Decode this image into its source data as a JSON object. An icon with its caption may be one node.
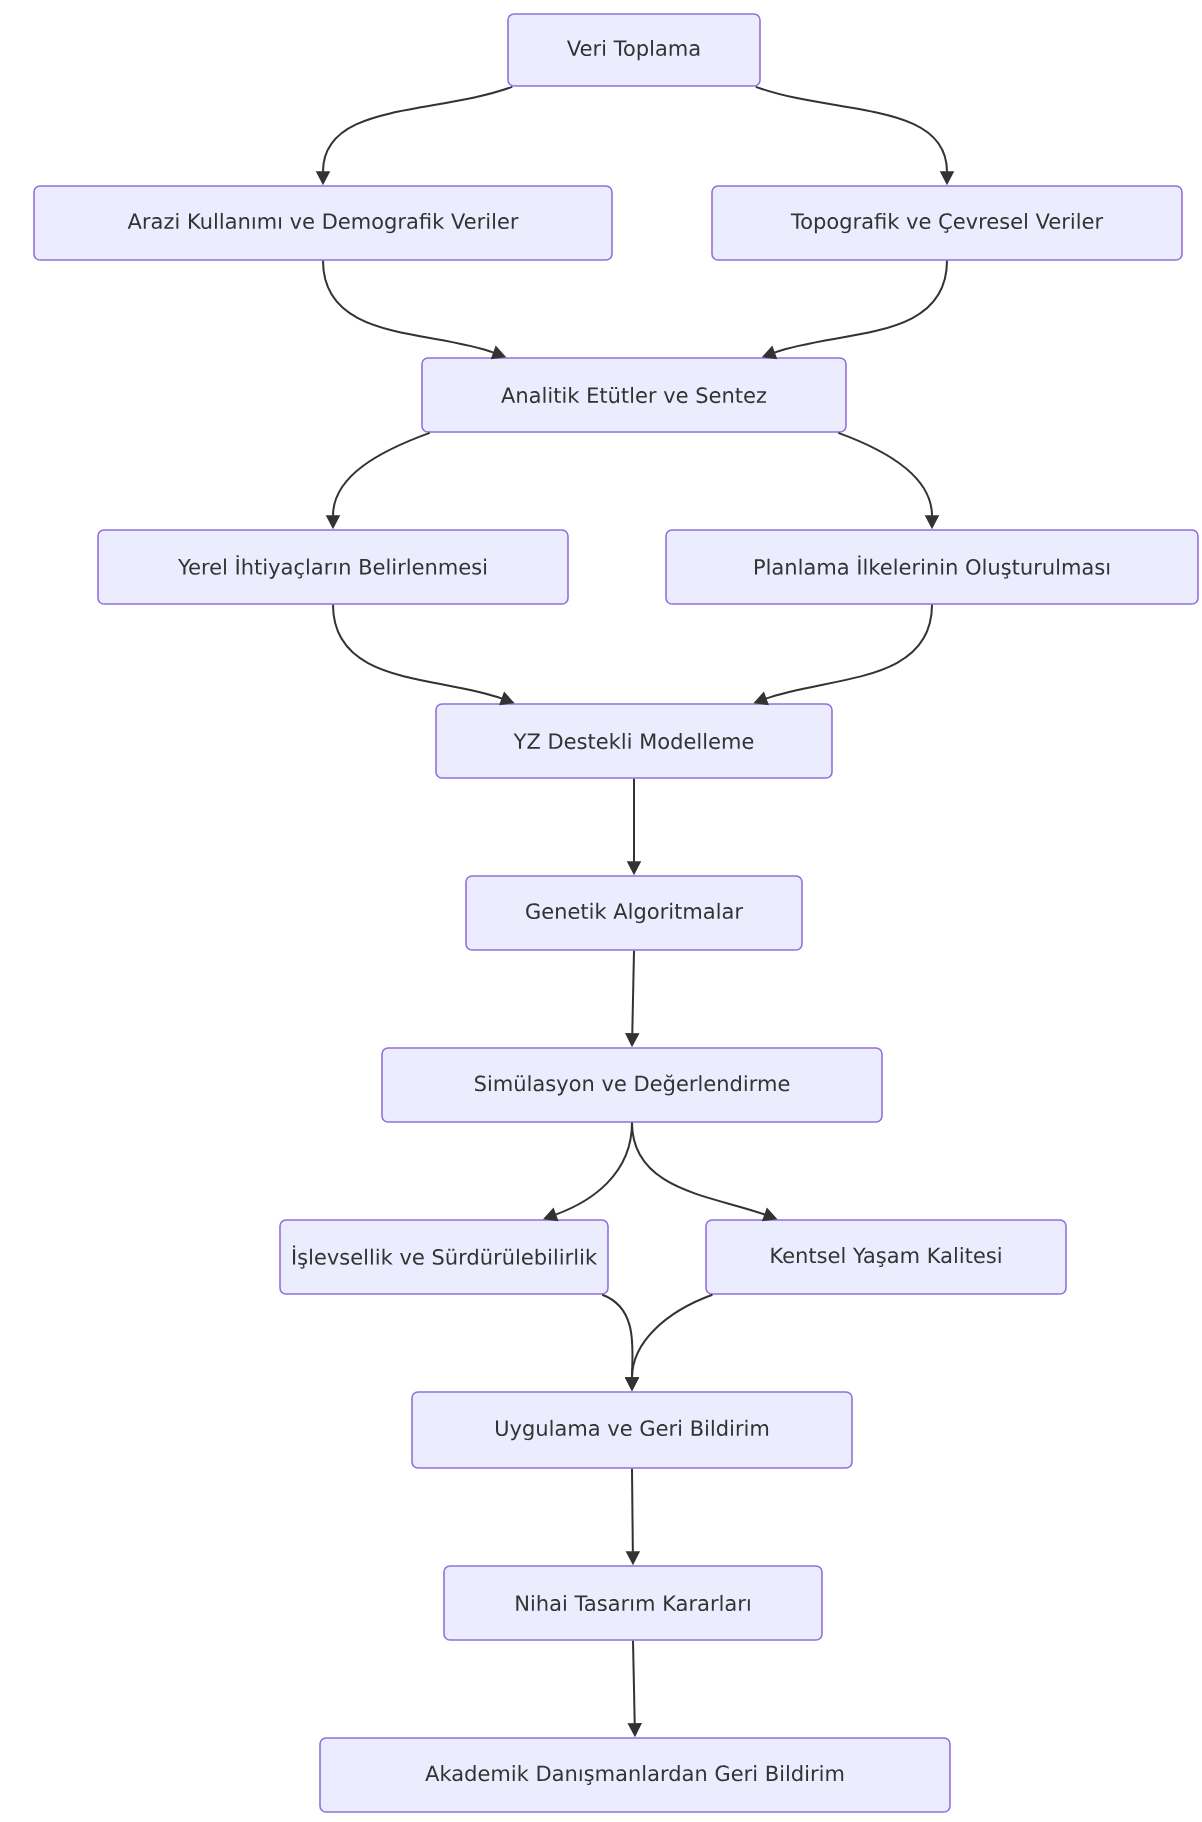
{
  "diagram": {
    "nodes": [
      {
        "text": [
          "Veri Toplama"
        ]
      },
      {
        "text": [
          "Arazi Kullanımı ve Demografik Veriler"
        ]
      },
      {
        "text": [
          "Topografik ve Çevresel Veriler"
        ]
      },
      {
        "text": [
          "Analitik Etütler ve Sentez"
        ]
      },
      {
        "text": [
          "Yerel İhtiyaçların Belirlenmesi"
        ]
      },
      {
        "text": [
          "Planlama İlkelerinin Oluşturulması"
        ]
      },
      {
        "text": [
          "YZ Destekli Modelleme"
        ]
      },
      {
        "text": [
          "Genetik Algoritmalar"
        ]
      },
      {
        "text": [
          "Simülasyon ve Değerlendirme"
        ]
      },
      {
        "text": [
          "İşlevsellik ve Sürdürülebilirlik"
        ]
      },
      {
        "text": [
          "Kentsel Yaşam Kalitesi"
        ]
      },
      {
        "text": [
          "Uygulama ve Geri Bildirim"
        ]
      },
      {
        "text": [
          "Nihai Tasarım Kararları"
        ]
      },
      {
        "text": [
          "Akademik Danışmanlardan Geri Bildirim"
        ]
      }
    ],
    "edges": [
      {
        "from": 0,
        "to": 1,
        "arrow": "to"
      },
      {
        "from": 0,
        "to": 2,
        "arrow": "to"
      },
      {
        "from": 1,
        "to": 3,
        "arrow": "to"
      },
      {
        "from": 2,
        "to": 3,
        "arrow": "to"
      },
      {
        "from": 3,
        "to": 4,
        "arrow": "to"
      },
      {
        "from": 3,
        "to": 5,
        "arrow": "to"
      },
      {
        "from": 4,
        "to": 6,
        "arrow": "to"
      },
      {
        "from": 5,
        "to": 6,
        "arrow": "to"
      },
      {
        "from": 6,
        "to": 7,
        "arrow": "to"
      },
      {
        "from": 7,
        "to": 8,
        "arrow": "to"
      },
      {
        "from": 8,
        "to": 9,
        "arrow": "to"
      },
      {
        "from": 8,
        "to": 10,
        "arrow": "to"
      },
      {
        "from": 9,
        "to": 11,
        "arrow": "to"
      },
      {
        "from": 10,
        "to": 11,
        "arrow": "to"
      },
      {
        "from": 11,
        "to": 12,
        "arrow": "to"
      },
      {
        "from": 12,
        "to": 13,
        "arrow": "to"
      }
    ]
  }
}
